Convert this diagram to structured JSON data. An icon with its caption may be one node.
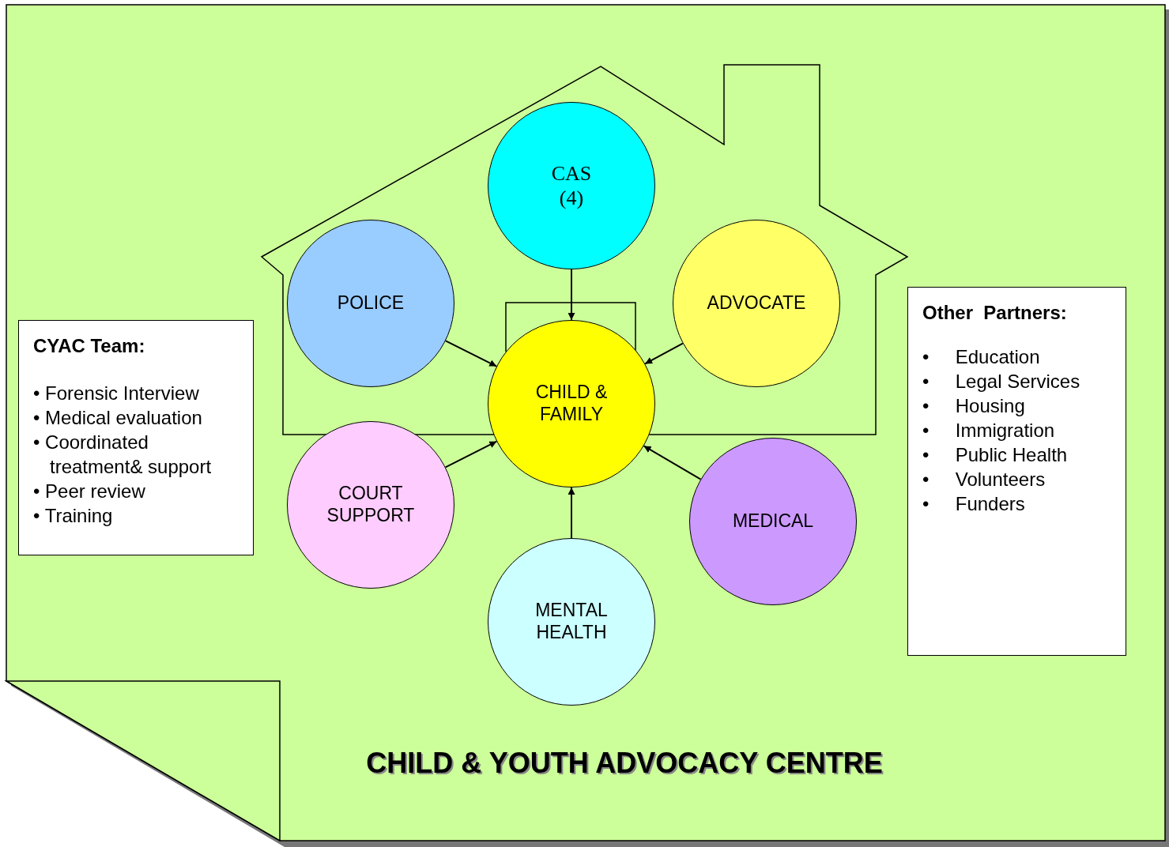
{
  "diagram": {
    "title": "CHILD & YOUTH ADVOCACY CENTRE",
    "nodes": [
      {
        "text": [
          "CAS (4)"
        ]
      },
      {
        "text": [
          "POLICE"
        ]
      },
      {
        "text": [
          "ADVOCATE"
        ]
      },
      {
        "text": [
          "CHILD & FAMILY"
        ]
      },
      {
        "text": [
          "COURT SUPPORT"
        ]
      },
      {
        "text": [
          "MEDICAL"
        ]
      },
      {
        "text": [
          "MENTAL HEALTH"
        ]
      },
      {
        "text": [
          "CYAC Team:",
          "• Forensic Interview",
          "• Medical evaluation",
          "• Coordinated treatment& support",
          "• Peer review",
          "• Training"
        ]
      },
      {
        "text": [
          "Other  Partners:",
          "•     Education",
          "•     Legal Services",
          "•     Housing",
          "•     Immigration",
          "•     Public Health",
          "•     Volunteers",
          "•     Funders"
        ]
      }
    ],
    "edges": [
      {
        "from": 0,
        "to": 3,
        "arrow": "to"
      },
      {
        "from": 1,
        "to": 3,
        "arrow": "to"
      },
      {
        "from": 2,
        "to": 3,
        "arrow": "to"
      },
      {
        "from": 4,
        "to": 3,
        "arrow": "to"
      },
      {
        "from": 5,
        "to": 3,
        "arrow": "to"
      },
      {
        "from": 6,
        "to": 3,
        "arrow": "to"
      }
    ]
  }
}
